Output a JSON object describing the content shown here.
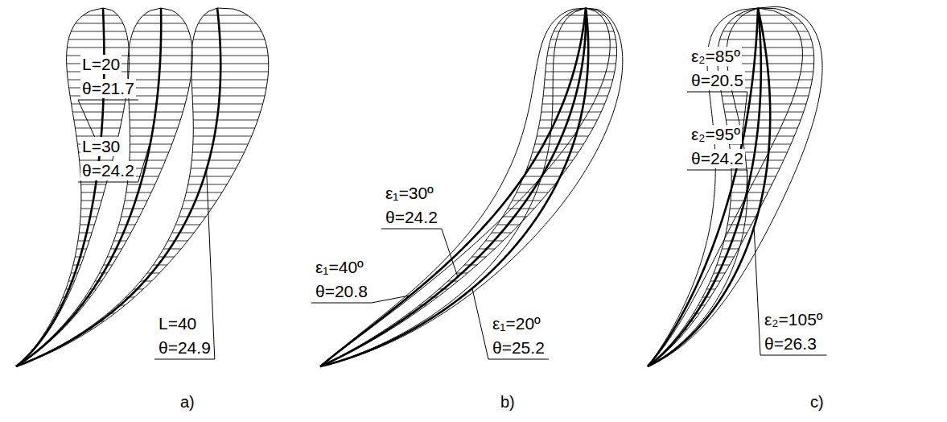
{
  "diagram": {
    "labels": [
      "L=20",
      "θ=21.7",
      "L=30",
      "θ=24.2",
      "L=40",
      "θ=24.9",
      "ε₁=30º",
      "θ=24.2",
      "ε₁=40º",
      "θ=20.8",
      "ε₁=20º",
      "θ=25.2",
      "ε₂=85º",
      "θ=20.5",
      "ε₂=95º",
      "θ=24.2",
      "ε₂=105º",
      "θ=26.3",
      "a)",
      "b)",
      "c)"
    ]
  }
}
